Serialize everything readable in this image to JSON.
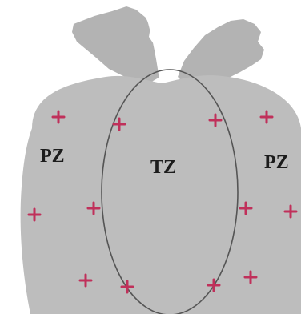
{
  "labels": {
    "pz_left": "PZ",
    "tz": "TZ",
    "pz_right": "PZ"
  },
  "colors": {
    "background": "#ffffff",
    "gland_fill": "#bdbdbd",
    "vesicle_fill": "#b3b3b3",
    "outline": "#555555",
    "marker": "#c0305a",
    "label_text": "#1c1c1c"
  },
  "marker_icon": "plus-cross-icon"
}
